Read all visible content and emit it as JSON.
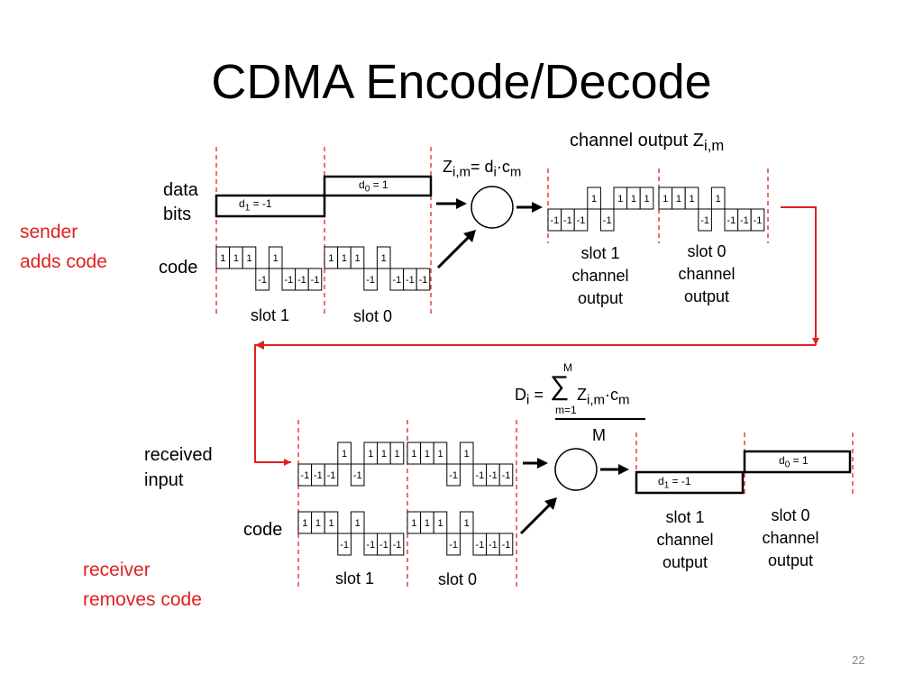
{
  "title": "CDMA Encode/Decode",
  "page_number": "22",
  "colors": {
    "accent": "#e02020",
    "ink": "#000000"
  },
  "sender": {
    "label_line1": "sender",
    "label_line2": "adds code",
    "data_bits_line1": "data",
    "data_bits_line2": "bits",
    "code_label": "code",
    "bit_d1": "d",
    "bit_d1_sub": "1",
    "bit_d1_val": " = -1",
    "bit_d0": "d",
    "bit_d0_sub": "0",
    "bit_d0_val": " = 1",
    "slot1": "slot 1",
    "slot0": "slot 0",
    "formula": {
      "z": "Z",
      "z_sub": "i,m",
      "eq": "= d",
      "d_sub": "i",
      "dot": "·",
      "c": "c",
      "c_sub": "m"
    },
    "channel_output": {
      "text": "channel output Z",
      "sub": "i,m"
    },
    "slot1_output": [
      "slot 1",
      "channel",
      "output"
    ],
    "slot0_output": [
      "slot 0",
      "channel",
      "output"
    ]
  },
  "receiver": {
    "label_line1": "receiver",
    "label_line2": "removes code",
    "received_line1": "received",
    "received_line2": "input",
    "code_label": "code",
    "slot1": "slot 1",
    "slot0": "slot 0",
    "formula": {
      "d": "D",
      "d_sub": "i",
      "eq": " = ",
      "sigma": "∑",
      "upper": "M",
      "lower": "m=1",
      "z": "Z",
      "z_sub": "i,m",
      "dot": "·",
      "c": "c",
      "c_sub": "m",
      "denominator": "M"
    },
    "bit_d1": "d",
    "bit_d1_sub": "1",
    "bit_d1_val": " = -1",
    "bit_d0": "d",
    "bit_d0_sub": "0",
    "bit_d0_val": " = 1",
    "slot1_output": [
      "slot 1",
      "channel",
      "output"
    ],
    "slot0_output": [
      "slot 0",
      "channel",
      "output"
    ]
  },
  "sequences": {
    "code_chip_values": [
      "1",
      "1",
      "1",
      "-1",
      "1",
      "-1",
      "-1",
      "-1"
    ],
    "sender_code_slot1": [
      "1",
      "1",
      "1",
      "-1",
      "1",
      "-1",
      "-1",
      "-1"
    ],
    "sender_code_slot0": [
      "1",
      "1",
      "1",
      "-1",
      "1",
      "-1",
      "-1",
      "-1"
    ],
    "channel_output_slot1": [
      "-1",
      "-1",
      "-1",
      "1",
      "-1",
      "1",
      "1",
      "1"
    ],
    "channel_output_slot0": [
      "1",
      "1",
      "1",
      "-1",
      "1",
      "-1",
      "-1",
      "-1"
    ],
    "received_slot1": [
      "-1",
      "-1",
      "-1",
      "1",
      "-1",
      "1",
      "1",
      "1"
    ],
    "received_slot0": [
      "1",
      "1",
      "1",
      "-1",
      "1",
      "-1",
      "-1",
      "-1"
    ],
    "receiver_code_slot1": [
      "1",
      "1",
      "1",
      "-1",
      "1",
      "-1",
      "-1",
      "-1"
    ],
    "receiver_code_slot0": [
      "1",
      "1",
      "1",
      "-1",
      "1",
      "-1",
      "-1",
      "-1"
    ]
  }
}
